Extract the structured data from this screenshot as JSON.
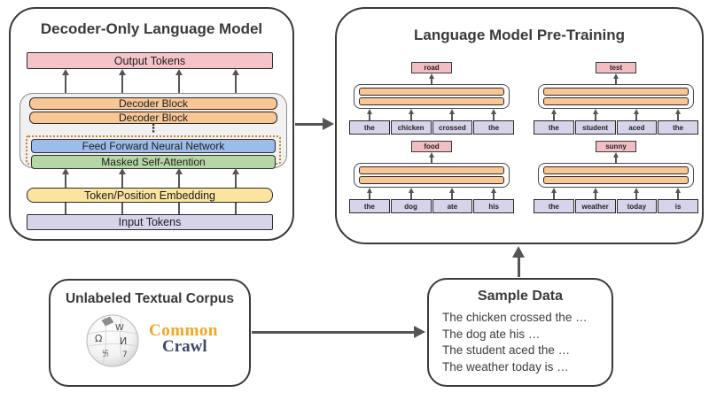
{
  "model_panel": {
    "title": "Decoder-Only Language Model",
    "output_label": "Output Tokens",
    "decoder_block_label": "Decoder Block",
    "dots": "⋮",
    "ffnn_label": "Feed Forward Neural Network",
    "attention_label": "Masked Self-Attention",
    "embedding_label": "Token/Position Embedding",
    "input_label": "Input Tokens"
  },
  "pretrain_panel": {
    "title": "Language Model Pre-Training",
    "examples": [
      {
        "tokens": [
          "the",
          "chicken",
          "crossed",
          "the"
        ],
        "output": "road"
      },
      {
        "tokens": [
          "the",
          "student",
          "aced",
          "the"
        ],
        "output": "test"
      },
      {
        "tokens": [
          "the",
          "dog",
          "ate",
          "his"
        ],
        "output": "food"
      },
      {
        "tokens": [
          "the",
          "weather",
          "today",
          "is"
        ],
        "output": "sunny"
      }
    ]
  },
  "corpus_panel": {
    "title": "Unlabeled Textual Corpus",
    "common_crawl": {
      "line1": "Common",
      "line2": "Crawl"
    }
  },
  "sample_panel": {
    "title": "Sample Data",
    "lines": [
      "The chicken crossed the …",
      "The dog ate his …",
      "The student aced the …",
      "The weather today is …"
    ]
  },
  "colors": {
    "pink": "#f4c4c8",
    "orange": "#f8c795",
    "blue": "#9cbcea",
    "green": "#b5d7a5",
    "yellow": "#fae49e",
    "purple": "#d8d3ea",
    "panel_border": "#3a3a3a",
    "arrow": "#555555",
    "common_gold": "#efa822",
    "crawl_navy": "#3b4a68"
  }
}
